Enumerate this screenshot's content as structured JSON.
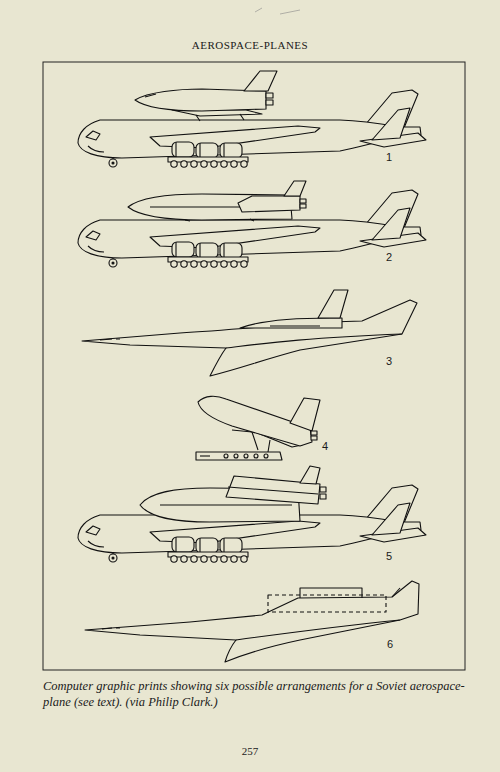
{
  "diagram": {
    "title": "AEROSPACE-PLANES",
    "caption": "Computer graphic prints showing six possible arrangements for a Soviet aerospace-plane (see text). (via Philip Clark.)",
    "labels": [
      "1",
      "2",
      "3",
      "4",
      "5",
      "6",
      "257"
    ]
  }
}
